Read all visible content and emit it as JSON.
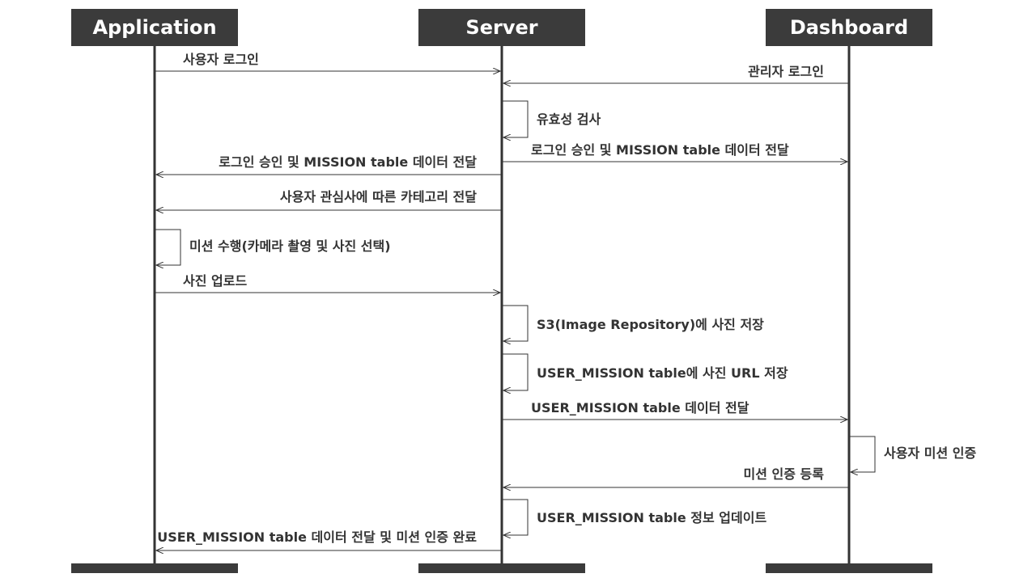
{
  "participants": [
    {
      "id": "app",
      "label": "Application"
    },
    {
      "id": "server",
      "label": "Server"
    },
    {
      "id": "dashboard",
      "label": "Dashboard"
    }
  ],
  "messages": [
    {
      "from": "app",
      "to": "server",
      "text": "사용자 로그인"
    },
    {
      "from": "dashboard",
      "to": "server",
      "text": "관리자 로그인"
    },
    {
      "from": "server",
      "to": "server",
      "text": "유효성 검사"
    },
    {
      "from": "server",
      "to": "dashboard",
      "text": "로그인 승인 및 MISSION table 데이터 전달"
    },
    {
      "from": "server",
      "to": "app",
      "text": "로그인 승인 및 MISSION table 데이터 전달"
    },
    {
      "from": "server",
      "to": "app",
      "text": "사용자 관심사에 따른 카테고리 전달"
    },
    {
      "from": "app",
      "to": "app",
      "text": "미션 수행(카메라 촬영 및 사진 선택)"
    },
    {
      "from": "app",
      "to": "server",
      "text": "사진 업로드"
    },
    {
      "from": "server",
      "to": "server",
      "text": "S3(Image Repository)에 사진 저장"
    },
    {
      "from": "server",
      "to": "server",
      "text": "USER_MISSION table에 사진 URL 저장"
    },
    {
      "from": "server",
      "to": "dashboard",
      "text": "USER_MISSION table 데이터 전달"
    },
    {
      "from": "dashboard",
      "to": "dashboard",
      "text": "사용자 미션 인증"
    },
    {
      "from": "dashboard",
      "to": "server",
      "text": "미션 인증 등록"
    },
    {
      "from": "server",
      "to": "server",
      "text": "USER_MISSION table 정보 업데이트"
    },
    {
      "from": "server",
      "to": "app",
      "text": "USER_MISSION table 데이터 전달 및 미션 인증 완료"
    }
  ],
  "colors": {
    "header_bg": "#3b3b3b",
    "header_text": "#ffffff",
    "line": "#333333",
    "text": "#333333"
  }
}
